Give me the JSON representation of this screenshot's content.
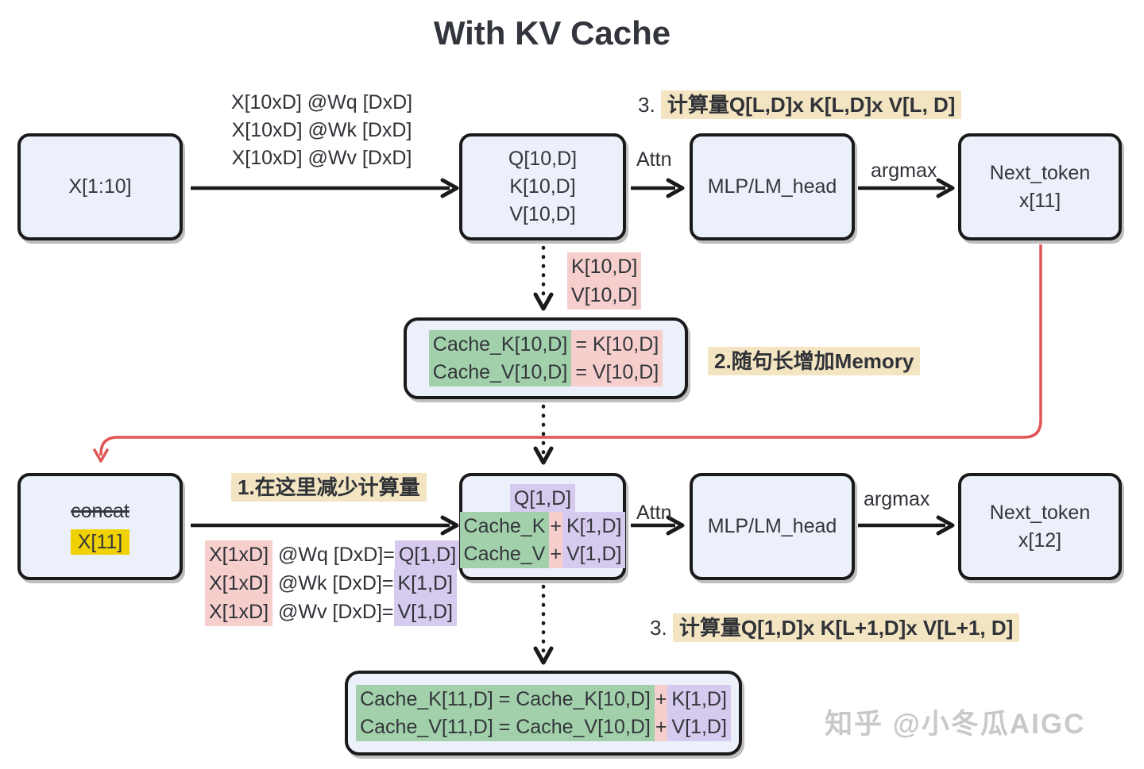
{
  "colors": {
    "ink": "#2f3237",
    "node_fill": "#ecf0fa",
    "node_border": "#1a1a1a",
    "pink": "#f6cfcd",
    "green": "#a2d0ab",
    "purple": "#d6cbee",
    "tan": "#f3e4c2",
    "yellow": "#f0d103",
    "red": "#e05555",
    "watermark": "#c9c9c9"
  },
  "title": "With KV Cache",
  "row1": {
    "input": "X[1:10]",
    "matmul_lines": [
      "X[10xD] @Wq [DxD]",
      "X[10xD] @Wk [DxD]",
      "X[10xD] @Wv [DxD]"
    ],
    "qkv_lines": [
      "Q[10,D]",
      "K[10,D]",
      "V[10,D]"
    ],
    "attn": "Attn",
    "mlp": "MLP/LM_head",
    "argmax": "argmax",
    "next_token_line1": "Next_token",
    "next_token_line2": "x[11]",
    "note_prefix": "3. ",
    "note_text": "计算量Q[L,D]x K[L,D]x V[L, D]"
  },
  "kv_to_cache": {
    "k": "K[10,D]",
    "v": "V[10,D]"
  },
  "cache1": {
    "line1": {
      "left": "Cache_K[10,D]",
      "right": "= K[10,D]"
    },
    "line2": {
      "left": "Cache_V[10,D]",
      "right": "= V[10,D]"
    }
  },
  "note_memory": "2.随句长增加Memory",
  "note_compute": "1.在这里减少计算量",
  "row2": {
    "concat": "concat",
    "x11": "X[11]",
    "matmul_lines": [
      {
        "x": "X[1xD]",
        "mid": " @Wq [DxD]=",
        "out": "Q[1,D]"
      },
      {
        "x": "X[1xD]",
        "mid": " @Wk [DxD]=",
        "out": "K[1,D]"
      },
      {
        "x": "X[1xD]",
        "mid": " @Wv [DxD]=",
        "out": "V[1,D]"
      }
    ],
    "qkv": {
      "q": "Q[1,D]",
      "k_cache": "Cache_K",
      "k_plus": "+",
      "k_new": "K[1,D]",
      "v_cache": "Cache_V",
      "v_plus": "+",
      "v_new": "V[1,D]"
    },
    "attn": "Attn",
    "mlp": "MLP/LM_head",
    "argmax": "argmax",
    "next_token_line1": "Next_token",
    "next_token_line2": "x[12]",
    "note_prefix": "3. ",
    "note_text": "计算量Q[1,D]x K[L+1,D]x V[L+1, D]"
  },
  "cache2": {
    "line1": {
      "left": "Cache_K[11,D] = Cache_K[10,D]",
      "plus": "+",
      "new": "K[1,D]"
    },
    "line2": {
      "left": "Cache_V[11,D] = Cache_V[10,D]",
      "plus": "+",
      "new": "V[1,D]"
    }
  },
  "watermark": "知乎 @小冬瓜AIGC"
}
